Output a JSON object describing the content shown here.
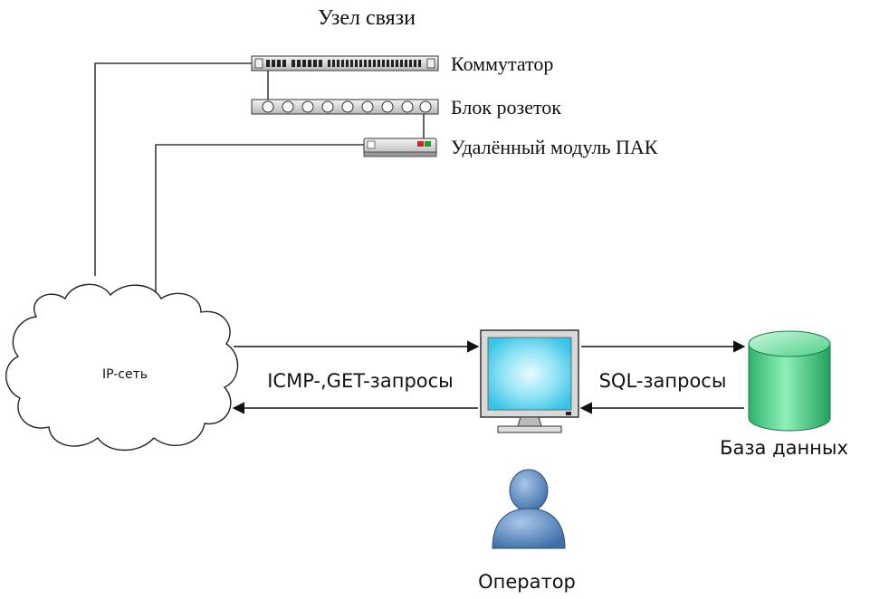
{
  "node": {
    "title": "Узел связи",
    "switch_label": "Коммутатор",
    "power_strip_label": "Блок розеток",
    "remote_module_label": "Удалённый модуль ПАК"
  },
  "network": {
    "label": "IP-сеть"
  },
  "links": {
    "network_requests": "ICMP-,GET-запросы",
    "db_requests": "SQL-запросы"
  },
  "database": {
    "label": "База данных"
  },
  "operator": {
    "label": "Оператор"
  },
  "colors": {
    "monitor_screen": "#5ed3ee",
    "database": "#3ec882",
    "operator": "#4f7fb8",
    "led_red": "#e02020",
    "led_green": "#20a020"
  }
}
